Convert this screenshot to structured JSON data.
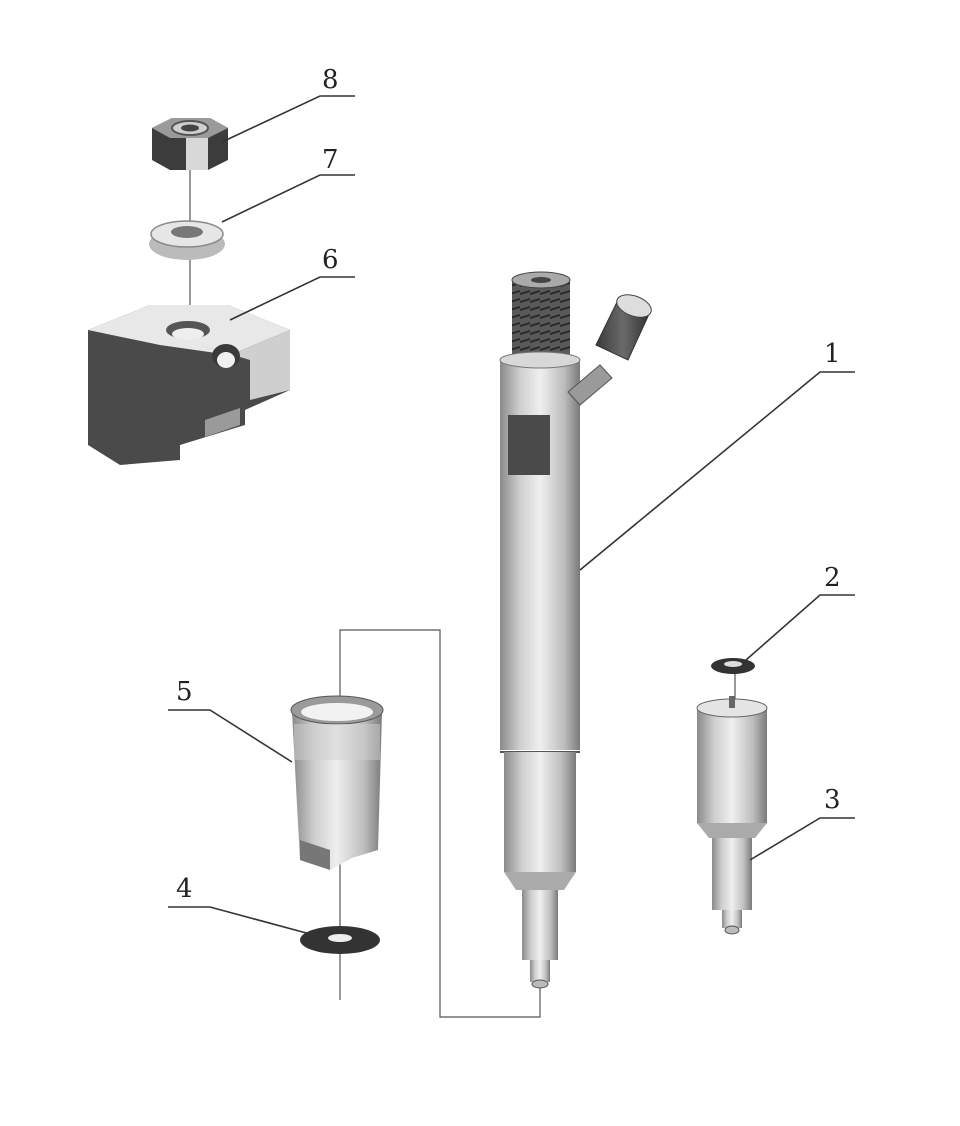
{
  "callouts": [
    {
      "id": "c1",
      "text": "1",
      "name": "injector-body"
    },
    {
      "id": "c2",
      "text": "2",
      "name": "seal-washer-small"
    },
    {
      "id": "c3",
      "text": "3",
      "name": "nozzle"
    },
    {
      "id": "c4",
      "text": "4",
      "name": "sealing-washer"
    },
    {
      "id": "c5",
      "text": "5",
      "name": "sleeve"
    },
    {
      "id": "c6",
      "text": "6",
      "name": "clamp-bracket"
    },
    {
      "id": "c7",
      "text": "7",
      "name": "spherical-washer"
    },
    {
      "id": "c8",
      "text": "8",
      "name": "hex-nut"
    }
  ]
}
